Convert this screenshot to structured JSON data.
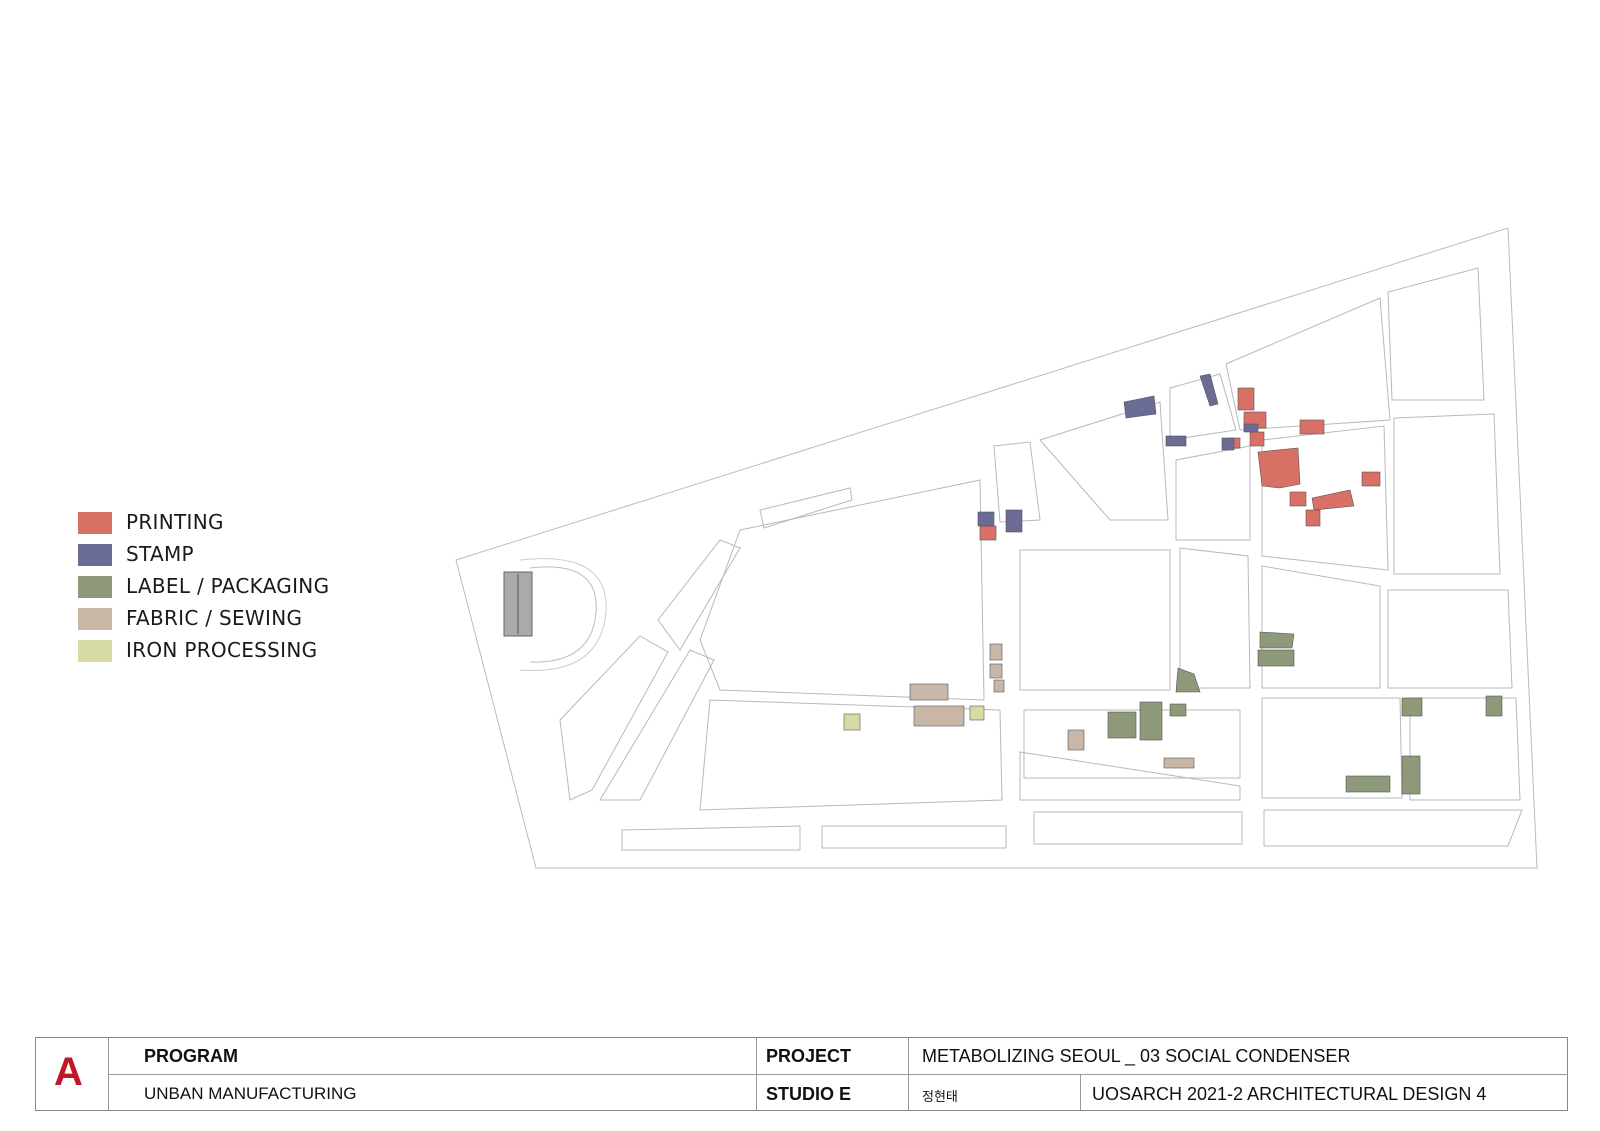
{
  "legend": {
    "items": [
      {
        "label": "PRINTING",
        "color": "#d97066"
      },
      {
        "label": "STAMP",
        "color": "#6b6c96"
      },
      {
        "label": "LABEL / PACKAGING",
        "color": "#8d9978"
      },
      {
        "label": "FABRIC / SEWING",
        "color": "#c8b7a7"
      },
      {
        "label": "IRON PROCESSING",
        "color": "#d8dba4"
      }
    ]
  },
  "title_block": {
    "logo": "A",
    "program_label": "PROGRAM",
    "program_value": "UNBAN MANUFACTURING",
    "project_label": "PROJECT",
    "project_value": "METABOLIZING SEOUL _ 03 SOCIAL CONDENSER",
    "studio_label": "STUDIO E",
    "student_name": "정현태",
    "course": "UOSARCH 2021-2 ARCHITECTURAL DESIGN 4"
  },
  "colors": {
    "outline": "#b5b5b5",
    "printing": "#d97066",
    "stamp": "#6b6c96",
    "label_packaging": "#8d9978",
    "fabric_sewing": "#c8b7a7",
    "iron_processing": "#d8dba4"
  }
}
